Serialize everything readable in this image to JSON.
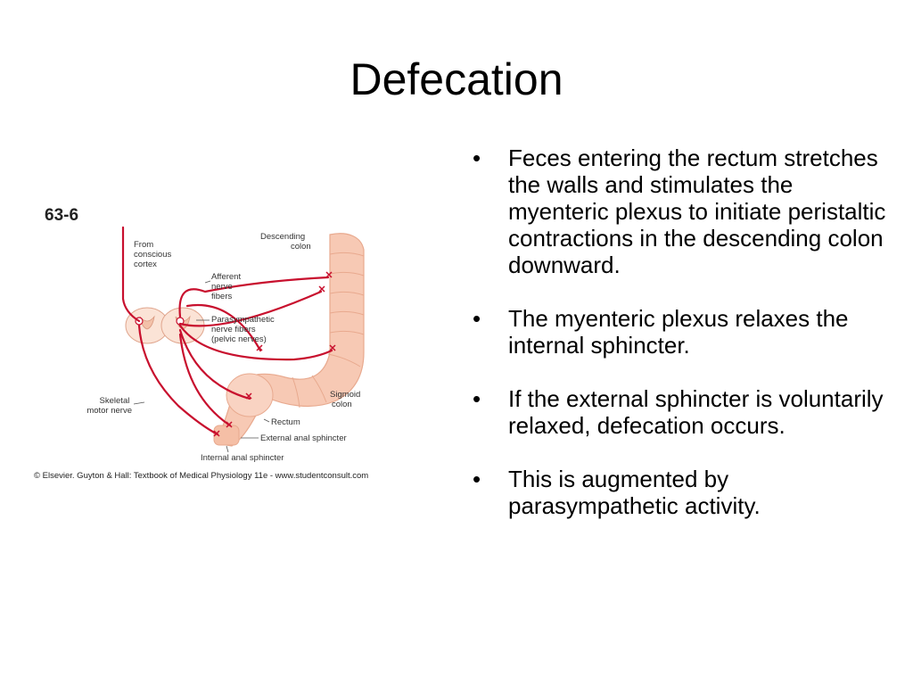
{
  "slide": {
    "title": "Defecation",
    "bullets": [
      "Feces entering the rectum stretches the walls and stimulates the myenteric plexus to initiate peristaltic contractions in the descending colon downward.",
      "The myenteric plexus relaxes the internal sphincter.",
      "If the external sphincter is voluntarily relaxed, defecation occurs.",
      "This is augmented by parasympathetic activity."
    ],
    "bullet_symbol": "•"
  },
  "figure": {
    "number": "63-6",
    "labels": {
      "from_cortex": [
        "From",
        "conscious",
        "cortex"
      ],
      "descending_colon": [
        "Descending",
        "colon"
      ],
      "afferent": [
        "Afferent",
        "nerve",
        "fibers"
      ],
      "parasympathetic": [
        "Parasympathetic",
        "nerve fibers",
        "(pelvic nerves)"
      ],
      "sigmoid": [
        "Sigmoid",
        "colon"
      ],
      "skeletal": [
        "Skeletal",
        "motor nerve"
      ],
      "rectum": "Rectum",
      "external": "External anal sphincter",
      "internal": "Internal anal sphincter"
    },
    "credit": "© Elsevier. Guyton & Hall: Textbook of Medical Physiology 11e - www.studentconsult.com",
    "colors": {
      "nerve": "#c8102e",
      "colon": "#f7c9b4",
      "colon_edge": "#e8a98e",
      "cord": "#fbe3d6"
    }
  }
}
